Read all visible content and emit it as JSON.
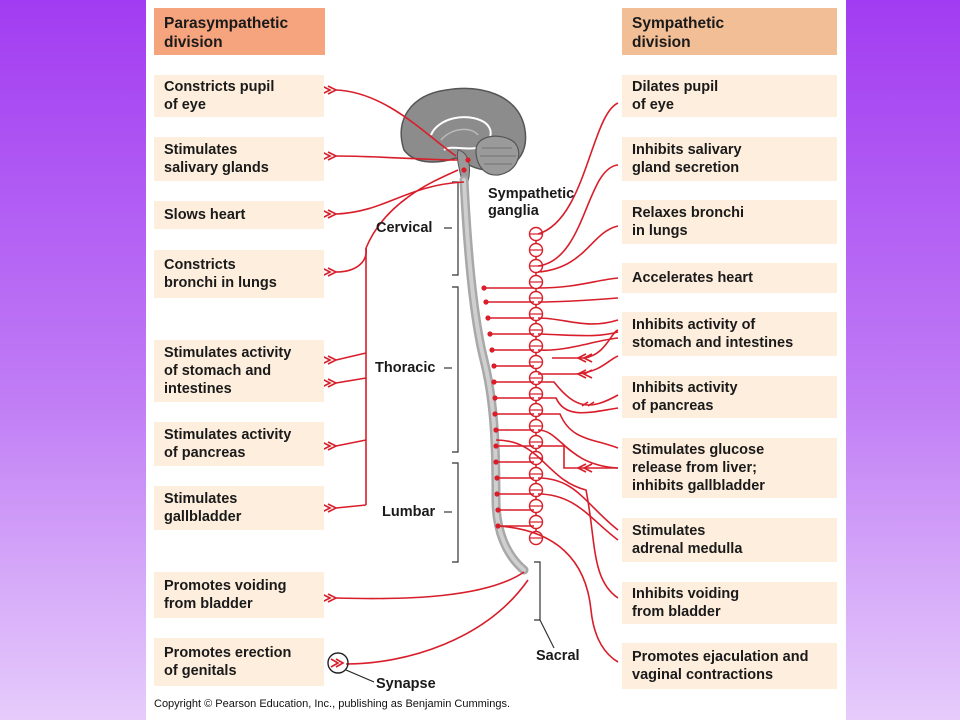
{
  "headers": {
    "parasympathetic": "Parasympathetic\ndivision",
    "sympathetic": "Sympathetic\ndivision"
  },
  "parasympathetic_effects": [
    "Constricts pupil\nof eye",
    "Stimulates\nsalivary glands",
    "Slows heart",
    "Constricts\nbronchi in lungs",
    "Stimulates activity\nof stomach and\nintestines",
    "Stimulates activity\nof pancreas",
    "Stimulates\ngallbladder",
    "Promotes voiding\nfrom bladder",
    "Promotes erection\nof genitals"
  ],
  "sympathetic_effects": [
    "Dilates pupil\nof eye",
    "Inhibits salivary\ngland secretion",
    "Relaxes bronchi\nin lungs",
    "Accelerates heart",
    "Inhibits activity of\nstomach and intestines",
    "Inhibits activity\nof pancreas",
    "Stimulates glucose\nrelease from liver;\ninhibits gallbladder",
    "Stimulates\nadrenal medulla",
    "Inhibits voiding\nfrom bladder",
    "Promotes ejaculation and\nvaginal contractions"
  ],
  "spinal_regions": [
    "Cervical",
    "Thoracic",
    "Lumbar",
    "Sacral"
  ],
  "labels": {
    "sympathetic_ganglia": "Sympathetic\nganglia",
    "synapse": "Synapse"
  },
  "copyright": "Copyright © Pearson Education, Inc., publishing as Benjamin Cummings.",
  "colors": {
    "nerve": "#d81e2a",
    "box_fill": "#fdeedd",
    "para_header": "#f5a47e",
    "symp_header": "#f2be95",
    "brain": "#8a8a8a",
    "background_top": "#a23cf2"
  }
}
